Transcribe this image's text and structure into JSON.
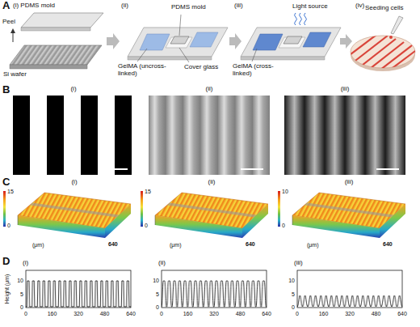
{
  "diagram": {
    "labels": [
      "A",
      "(i) PDMS mold",
      "Peel",
      "Si wafer",
      "(ii)",
      "PDMS mold",
      "GelMA (uncross-linked)",
      "Cover glass",
      "(iii)",
      "Light source",
      "GelMA (cross-linked)",
      "(iv)",
      "Seeding cells",
      "B",
      "(i)",
      "(ii)",
      "(iii)",
      "C",
      "(i)",
      "15",
      "0",
      "(μm)",
      "640",
      "(ii)",
      "15",
      "0",
      "(μm)",
      "640",
      "(iii)",
      "10",
      "0",
      "(μm)",
      "640",
      "D",
      "Height (μm)",
      "(i)",
      "10",
      "5",
      "0",
      "0",
      "160",
      "320",
      "480",
      "640",
      "(ii)",
      "10",
      "5",
      "0",
      "0",
      "160",
      "320",
      "480",
      "640",
      "(iii)",
      "10",
      "5",
      "0",
      "0",
      "160",
      "320",
      "480",
      "640"
    ]
  }
}
